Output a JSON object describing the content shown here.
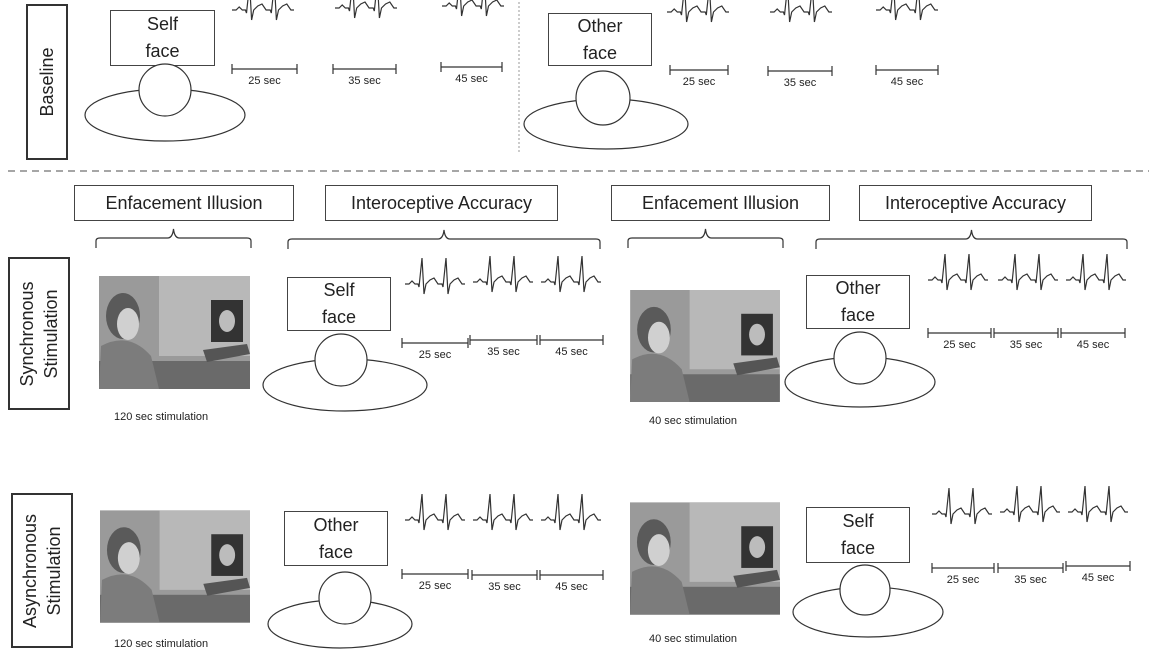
{
  "rows": {
    "baseline": "Baseline",
    "synchronous": "Synchronous\nStimulation",
    "asynchronous": "Asynchronous\nStimulation"
  },
  "faces": {
    "self": "Self\nface",
    "other": "Other\nface"
  },
  "phases": {
    "enfacement": "Enfacement Illusion",
    "interoceptive": "Interoceptive Accuracy"
  },
  "intervals": [
    "25 sec",
    "35 sec",
    "45 sec"
  ],
  "captions": {
    "long": "120 sec stimulation",
    "short": "40 sec stimulation"
  },
  "colors": {
    "line": "#333333",
    "dash": "#888888"
  }
}
